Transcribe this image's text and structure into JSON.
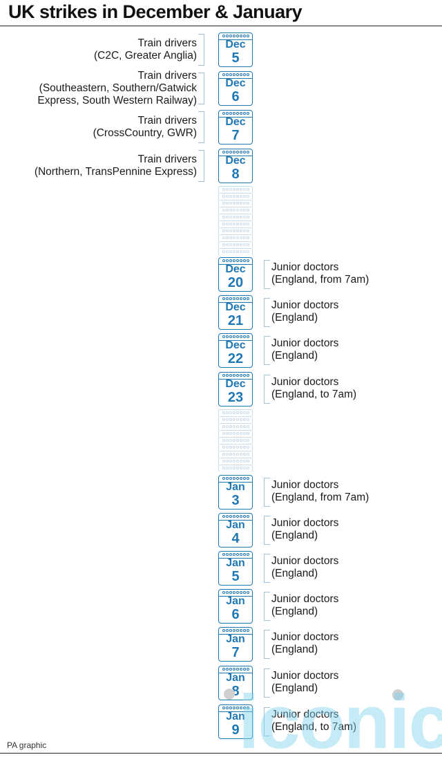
{
  "title": "UK strikes in December & January",
  "footer": "PA graphic",
  "watermark": "iconic",
  "colors": {
    "accent": "#1f78b4",
    "bracket": "#9fc2dd",
    "ghost": "#c9dcea"
  },
  "events": [
    {
      "month": "Dec",
      "day": "5",
      "side": "left",
      "lines": [
        "Train drivers",
        "(C2C, Greater Anglia)"
      ]
    },
    {
      "month": "Dec",
      "day": "6",
      "side": "left",
      "lines": [
        "Train drivers",
        "(Southeastern, Southern/Gatwick",
        "Express, South Western Railway)"
      ]
    },
    {
      "month": "Dec",
      "day": "7",
      "side": "left",
      "lines": [
        "Train drivers",
        "(CrossCountry, GWR)"
      ]
    },
    {
      "month": "Dec",
      "day": "8",
      "side": "left",
      "lines": [
        "Train drivers",
        "(Northern, TransPennine Express)"
      ]
    },
    {
      "month": "Dec",
      "day": "20",
      "side": "right",
      "lines": [
        "Junior doctors",
        "(England, from 7am)"
      ]
    },
    {
      "month": "Dec",
      "day": "21",
      "side": "right",
      "lines": [
        "Junior doctors",
        "(England)"
      ]
    },
    {
      "month": "Dec",
      "day": "22",
      "side": "right",
      "lines": [
        "Junior doctors",
        "(England)"
      ]
    },
    {
      "month": "Dec",
      "day": "23",
      "side": "right",
      "lines": [
        "Junior doctors",
        "(England, to 7am)"
      ]
    },
    {
      "month": "Jan",
      "day": "3",
      "side": "right",
      "lines": [
        "Junior doctors",
        "(England, from 7am)"
      ]
    },
    {
      "month": "Jan",
      "day": "4",
      "side": "right",
      "lines": [
        "Junior doctors",
        "(England)"
      ]
    },
    {
      "month": "Jan",
      "day": "5",
      "side": "right",
      "lines": [
        "Junior doctors",
        "(England)"
      ]
    },
    {
      "month": "Jan",
      "day": "6",
      "side": "right",
      "lines": [
        "Junior doctors",
        "(England)"
      ]
    },
    {
      "month": "Jan",
      "day": "7",
      "side": "right",
      "lines": [
        "Junior doctors",
        "(England)"
      ]
    },
    {
      "month": "Jan",
      "day": "8",
      "side": "right",
      "lines": [
        "Junior doctors",
        "(England)"
      ]
    },
    {
      "month": "Jan",
      "day": "9",
      "side": "right",
      "lines": [
        "Junior doctors",
        "(England, to 7am)"
      ]
    }
  ]
}
